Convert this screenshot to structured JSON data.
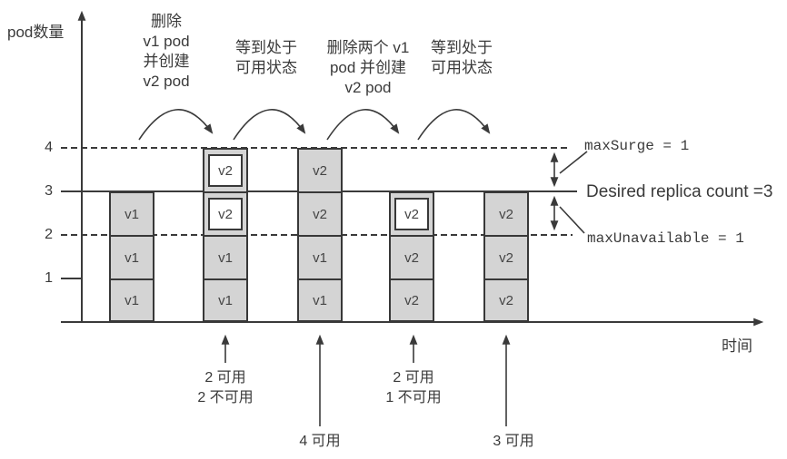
{
  "y_axis": {
    "label": "pod数量",
    "ticks": [
      "4",
      "3",
      "2",
      "1"
    ]
  },
  "x_axis": {
    "label": "时间"
  },
  "step_labels": [
    {
      "lines": [
        "删除",
        "v1 pod",
        "并创建",
        "v2 pod"
      ]
    },
    {
      "lines": [
        "等到处于",
        "可用状态"
      ]
    },
    {
      "lines": [
        "删除两个 v1",
        "pod 并创建",
        "v2 pod"
      ]
    },
    {
      "lines": [
        "等到处于",
        "可用状态"
      ]
    }
  ],
  "columns": [
    {
      "pods": [
        {
          "label": "v1",
          "state": "available"
        },
        {
          "label": "v1",
          "state": "available"
        },
        {
          "label": "v1",
          "state": "available"
        }
      ]
    },
    {
      "pods": [
        {
          "label": "v1",
          "state": "available"
        },
        {
          "label": "v1",
          "state": "available"
        },
        {
          "label": "v2",
          "state": "pending"
        },
        {
          "label": "v2",
          "state": "pending"
        }
      ]
    },
    {
      "pods": [
        {
          "label": "v1",
          "state": "available"
        },
        {
          "label": "v1",
          "state": "available"
        },
        {
          "label": "v2",
          "state": "available"
        },
        {
          "label": "v2",
          "state": "available"
        }
      ]
    },
    {
      "pods": [
        {
          "label": "v2",
          "state": "available"
        },
        {
          "label": "v2",
          "state": "available"
        },
        {
          "label": "v2",
          "state": "pending"
        }
      ]
    },
    {
      "pods": [
        {
          "label": "v2",
          "state": "available"
        },
        {
          "label": "v2",
          "state": "available"
        },
        {
          "label": "v2",
          "state": "available"
        }
      ]
    }
  ],
  "status_labels": [
    {
      "lines": [
        "2 可用",
        "2 不可用"
      ]
    },
    {
      "lines": [
        "4 可用"
      ]
    },
    {
      "lines": [
        "2 可用",
        "1 不可用"
      ]
    },
    {
      "lines": [
        "3 可用"
      ]
    }
  ],
  "annotations": {
    "max_surge": "maxSurge = 1",
    "desired_replica": "Desired replica count =3",
    "max_unavailable": "maxUnavailable = 1"
  },
  "colors": {
    "line": "#3a3a3a",
    "box_fill": "#d4d4d4",
    "box_border": "#383838",
    "pending_fill": "#ffffff",
    "text": "#3a3a3a"
  }
}
